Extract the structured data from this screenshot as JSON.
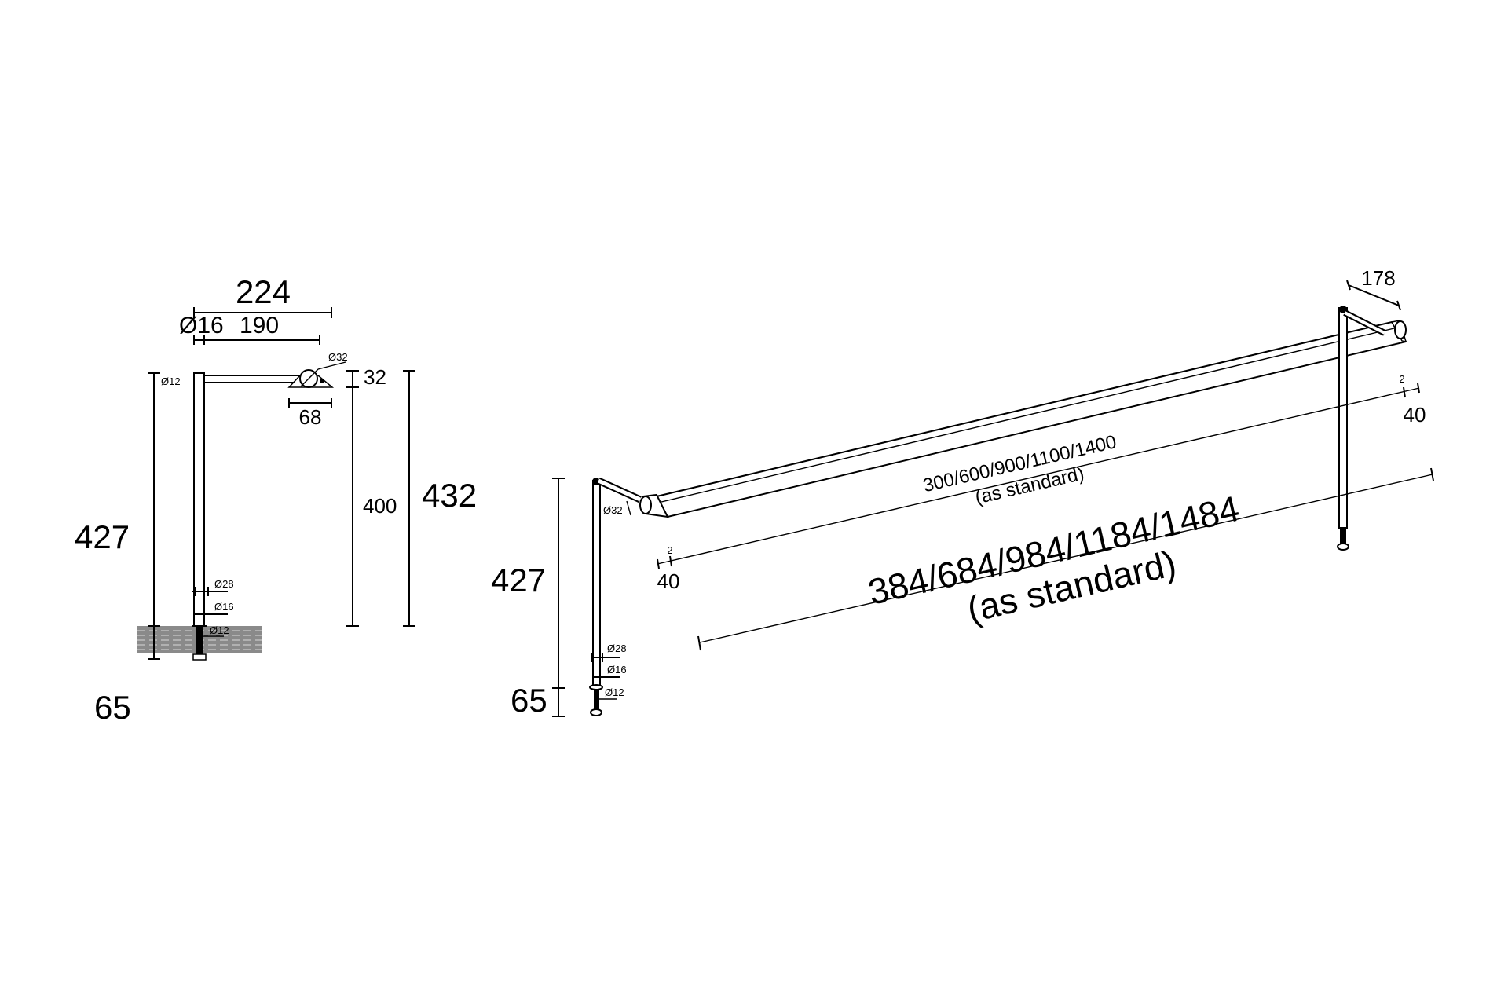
{
  "side_view": {
    "overall_width": "224",
    "tube_diameter": "Ø16",
    "arm_length": "190",
    "rail_diameter": "Ø32",
    "cap_diameter": "Ø12",
    "rail_height": "32",
    "bracket_width": "68",
    "height_to_rail": "400",
    "total_height": "432",
    "post_height": "427",
    "embed_depth": "65",
    "collar_diameter": "Ø28",
    "post_diameter": "Ø16",
    "bolt_diameter": "Ø12"
  },
  "iso_view": {
    "post_height": "427",
    "embed_depth": "65",
    "rail_diameter": "Ø32",
    "collar_diameter": "Ø28",
    "post_diameter": "Ø16",
    "bolt_diameter": "Ø12",
    "arm_offset": "178",
    "end_gap_left": "2",
    "end_offset_left": "40",
    "end_gap_right": "2",
    "end_offset_right": "40",
    "rail_lengths": "300/600/900/1100/1400",
    "rail_lengths_note": "(as standard)",
    "overall_lengths": "384/684/984/1184/1484",
    "overall_lengths_note": "(as standard)"
  }
}
